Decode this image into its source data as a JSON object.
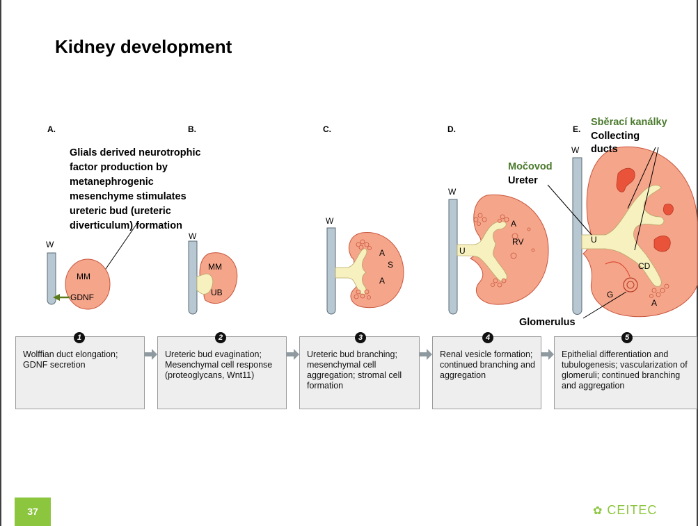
{
  "slide": {
    "title": "Kidney development",
    "page_number": "37",
    "logo_text": "CEITEC"
  },
  "panels": [
    {
      "letter": "A.",
      "labels": [
        "W",
        "MM",
        "GDNF"
      ]
    },
    {
      "letter": "B.",
      "labels": [
        "W",
        "MM",
        "UB"
      ]
    },
    {
      "letter": "C.",
      "labels": [
        "W",
        "A",
        "S",
        "A"
      ]
    },
    {
      "letter": "D.",
      "labels": [
        "W",
        "U",
        "A",
        "RV"
      ]
    },
    {
      "letter": "E.",
      "labels": [
        "W",
        "U",
        "CD",
        "G",
        "A"
      ]
    }
  ],
  "annotations": {
    "gdnf_note": [
      "Glials derived neurotrophic",
      "factor  production by",
      "metanephrogenic",
      "mesenchyme stimulates",
      "ureteric bud (ureteric",
      "diverticulum) formation"
    ],
    "mocovod": "Močovod",
    "ureter": "Ureter",
    "sberaci": "Sběrací kanálky",
    "collecting": "Collecting",
    "ducts": "ducts",
    "glomerulus": "Glomerulus"
  },
  "steps": [
    {
      "num": "1",
      "text": "Wolffian duct elongation; GDNF secretion"
    },
    {
      "num": "2",
      "text": "Ureteric bud evagination; Mesenchymal cell response (proteoglycans, Wnt11)"
    },
    {
      "num": "3",
      "text": "Ureteric bud branching; mesenchymal cell aggregation; stromal cell formation"
    },
    {
      "num": "4",
      "text": "Renal vesicle formation; continued branching and aggregation"
    },
    {
      "num": "5",
      "text": "Epithelial differentiation and tubulogenesis; vascularization of glomeruli; continued branching and aggregation"
    }
  ],
  "colors": {
    "mesenchyme": "#f4a58a",
    "mesenchyme_stroke": "#c9553c",
    "bud": "#f7f0bf",
    "duct": "#b8c8d2",
    "accent_green": "#4a7a2c",
    "logo_green": "#8cc63f"
  }
}
